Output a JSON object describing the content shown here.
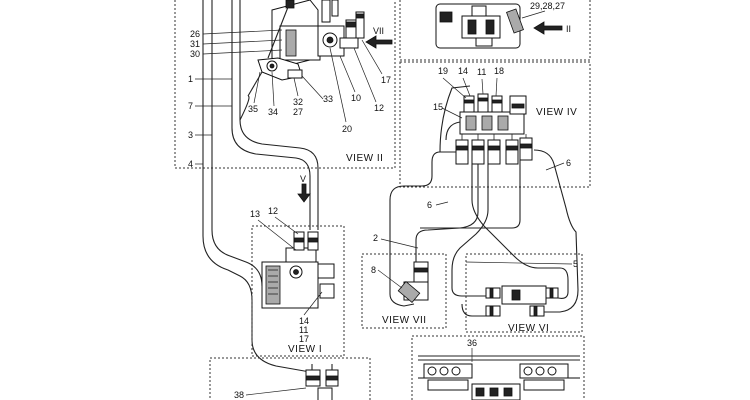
{
  "views": {
    "view_ii": "VIEW II",
    "view_iv": "VIEW IV",
    "view_v": "V",
    "view_vi": "VIEW VI",
    "view_vii": "VIEW VII",
    "view_i": "VIEW I",
    "arrow_vii": "VII",
    "arrow_ii": "II"
  },
  "callouts": {
    "c26": "26",
    "c31": "31",
    "c30": "30",
    "c1": "1",
    "c7": "7",
    "c3": "3",
    "c4": "4",
    "c35": "35",
    "c34": "34",
    "c32": "32",
    "c27": "27",
    "c33": "33",
    "c20": "20",
    "c10": "10",
    "c12a": "12",
    "c17a": "17",
    "c29_28_27": "29,28,27",
    "c19": "19",
    "c14a": "14",
    "c11a": "11",
    "c18": "18",
    "c15": "15",
    "c6a": "6",
    "c6b": "6",
    "c2": "2",
    "c5": "5",
    "c8": "8",
    "c12b": "12",
    "c13": "13",
    "c14b": "14",
    "c11b": "11",
    "c17b": "17",
    "c36": "36",
    "c38": "38"
  },
  "colors": {
    "line": "#222222",
    "fill": "#ffffff",
    "shade": "#aaaaaa"
  }
}
